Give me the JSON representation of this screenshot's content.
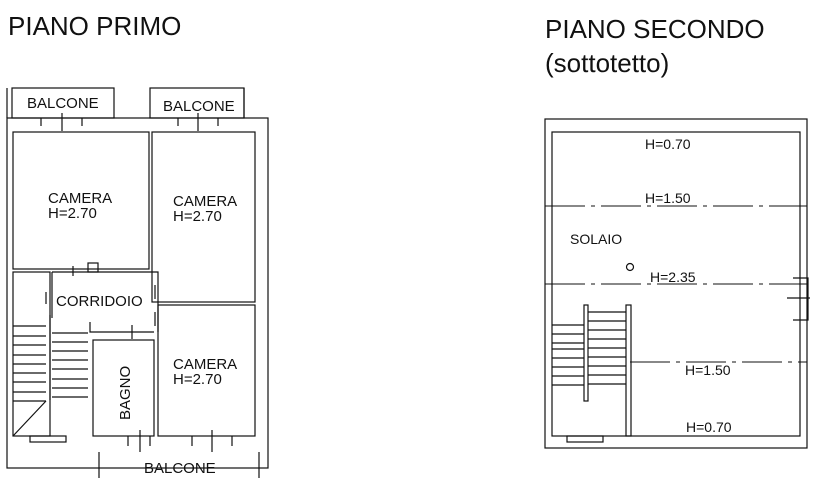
{
  "plans": [
    {
      "title": "PIANO PRIMO",
      "rooms": [
        {
          "name": "BALCONE",
          "position": "top-left"
        },
        {
          "name": "BALCONE",
          "position": "top-right"
        },
        {
          "name": "CAMERA",
          "height": "H=2.70",
          "position": "upper-left"
        },
        {
          "name": "CAMERA",
          "height": "H=2.70",
          "position": "upper-right"
        },
        {
          "name": "CORRIDOIO",
          "position": "center"
        },
        {
          "name": "BAGNO",
          "position": "lower-center"
        },
        {
          "name": "CAMERA",
          "height": "H=2.70",
          "position": "lower-right"
        },
        {
          "name": "BALCONE",
          "position": "bottom"
        }
      ]
    },
    {
      "title": "PIANO SECONDO",
      "subtitle": "(sottotetto)",
      "room_name": "SOLAIO",
      "height_lines": [
        "H=0.70",
        "H=1.50",
        "H=2.35",
        "H=1.50",
        "H=0.70"
      ]
    }
  ],
  "colors": {
    "line": "#111111",
    "background": "#ffffff"
  }
}
